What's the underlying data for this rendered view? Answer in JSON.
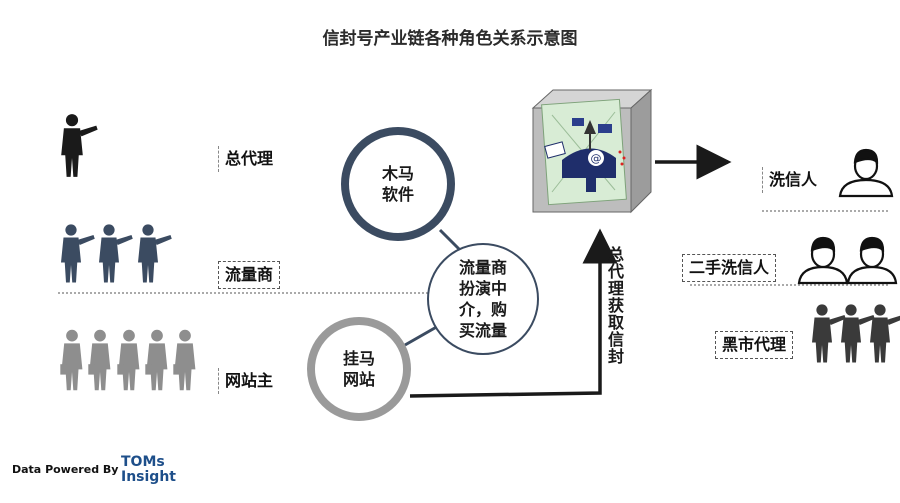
{
  "title": "信封号产业链各种角色关系示意图",
  "left_roles": {
    "general_agent": "总代理",
    "traffic_dealer": "流量商",
    "site_owner": "网站主"
  },
  "circles": {
    "trojan": [
      "木马",
      "软件"
    ],
    "middle": [
      "流量商",
      "扮演中",
      "介，购",
      "买流量"
    ],
    "hanging": [
      "挂马",
      "网站"
    ]
  },
  "vertical_label": "总代理获取信封",
  "right_roles": {
    "washer": "洗信人",
    "second_hand_washer": "二手洗信人",
    "black_market_agent": "黑市代理"
  },
  "footer": {
    "powered_by": "Data Powered By",
    "brand_line1": "TOMs",
    "brand_line2": "Insight"
  },
  "colors": {
    "dark_blue": "#3b4b61",
    "gray": "#9a9a9a",
    "black": "#1a1a1a",
    "brand": "#1e4f8a"
  }
}
